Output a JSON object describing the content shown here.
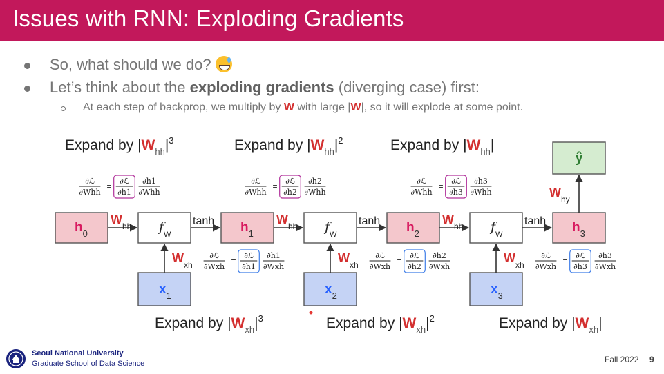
{
  "slide": {
    "title": "Issues with RNN: Exploding Gradients",
    "bullets": [
      {
        "text": "So, what should we do?"
      },
      {
        "pre": "Let’s think about the ",
        "bold": "exploding gradients",
        "post": " (diverging case) first:"
      }
    ],
    "sub_bullet": {
      "pre": "At each step of backprop, we multiply by ",
      "w": "W",
      "mid": " with large |",
      "w2": "W",
      "post": "|, so it will explode at some point."
    }
  },
  "diagram": {
    "hidden_states": [
      {
        "main": "h",
        "sub": "0"
      },
      {
        "main": "h",
        "sub": "1"
      },
      {
        "main": "h",
        "sub": "2"
      },
      {
        "main": "h",
        "sub": "3"
      }
    ],
    "inputs": [
      {
        "main": "x",
        "sub": "1"
      },
      {
        "main": "x",
        "sub": "2"
      },
      {
        "main": "x",
        "sub": "3"
      }
    ],
    "function_label": {
      "main": "f",
      "sub": "W"
    },
    "activation": "tanh",
    "output": "ŷ",
    "weights": {
      "whh_main": "W",
      "whh_sub": "hh",
      "wxh_main": "W",
      "wxh_sub": "xh",
      "why_main": "W",
      "why_sub": "hy"
    },
    "top_expands": [
      {
        "pre": "Expand by |",
        "w": "W",
        "sub": "hh",
        "post": "|",
        "exp": "3"
      },
      {
        "pre": "Expand by |",
        "w": "W",
        "sub": "hh",
        "post": "|",
        "exp": "2"
      },
      {
        "pre": "Expand by |",
        "w": "W",
        "sub": "hh",
        "post": "|",
        "exp": ""
      }
    ],
    "bottom_expands": [
      {
        "pre": "Expand by |",
        "w": "W",
        "sub": "xh",
        "post": "|",
        "exp": "3"
      },
      {
        "pre": "Expand by |",
        "w": "W",
        "sub": "xh",
        "post": "|",
        "exp": "2"
      },
      {
        "pre": "Expand by |",
        "w": "W",
        "sub": "xh",
        "post": "|",
        "exp": ""
      }
    ],
    "equations": {
      "partial": "∂",
      "loss": "ℒ",
      "equals": "=",
      "W": "W",
      "h": "h",
      "hh": "hh",
      "xh": "xh",
      "idx": [
        "1",
        "2",
        "3"
      ]
    }
  },
  "footer": {
    "university": "Seoul National University",
    "school": "Graduate School of Data Science",
    "term": "Fall 2022",
    "page": "9"
  },
  "colors": {
    "header": "#c2185b",
    "hidden_fill": "#f4c7cc",
    "input_fill": "#c5d3f5",
    "output_fill": "#d5ecd0",
    "highlight_red": "#d32f2f",
    "hidden_text": "#d81b60",
    "input_text": "#2962ff",
    "output_text": "#2e7d32",
    "bracket_purple": "#b0309a",
    "bracket_blue": "#3f7ee8"
  }
}
